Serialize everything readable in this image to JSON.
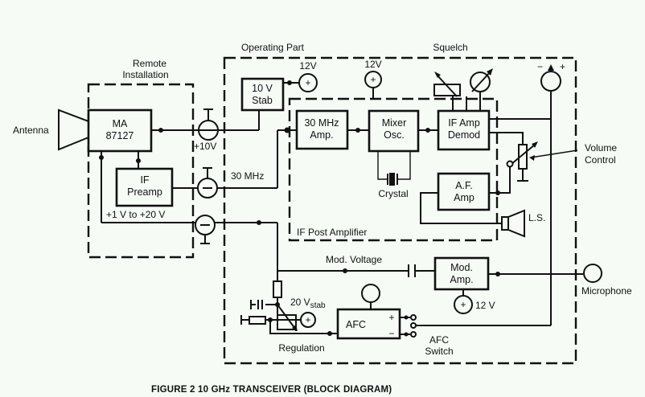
{
  "figure": {
    "caption": "FIGURE 2  10 GHz TRANSCEIVER (BLOCK DIAGRAM)"
  },
  "regions": {
    "remote": {
      "line1": "Remote",
      "line2": "Installation"
    },
    "operating": "Operating Part",
    "squelch": "Squelch",
    "if_post": "IF Post Amplifier"
  },
  "blocks": {
    "ma": {
      "line1": "MA",
      "line2": "87127"
    },
    "if_preamp": {
      "line1": "IF",
      "line2": "Preamp"
    },
    "stab": {
      "line1": "10 V",
      "line2": "Stab"
    },
    "amp30": {
      "line1": "30 MHz",
      "line2": "Amp."
    },
    "mixer": {
      "line1": "Mixer",
      "line2": "Osc."
    },
    "ifamp": {
      "line1": "IF Amp",
      "line2": "Demod"
    },
    "af": {
      "line1": "A.F.",
      "line2": "Amp"
    },
    "mod": {
      "line1": "Mod.",
      "line2": "Amp."
    },
    "afc": {
      "label": "AFC",
      "plus": "+",
      "minus": "−"
    }
  },
  "labels": {
    "antenna": "Antenna",
    "plus10v": "+10V",
    "mhz30": "30 MHz",
    "range": "+1 V to +20 V",
    "v12_stab": "12V",
    "v12_post": "12V",
    "v12_mod": "12 V",
    "crystal": "Crystal",
    "volume1": "Volume",
    "volume2": "Control",
    "ls": "L.S.",
    "mod_voltage": "Mod. Voltage",
    "microphone": "Microphone",
    "v20": "20 V",
    "v20_sub": "stab",
    "regulation": "Regulation",
    "afc_switch1": "AFC",
    "afc_switch2": "Switch",
    "meter_minus": "−",
    "meter_plus": "+",
    "plus_sign": "+"
  }
}
